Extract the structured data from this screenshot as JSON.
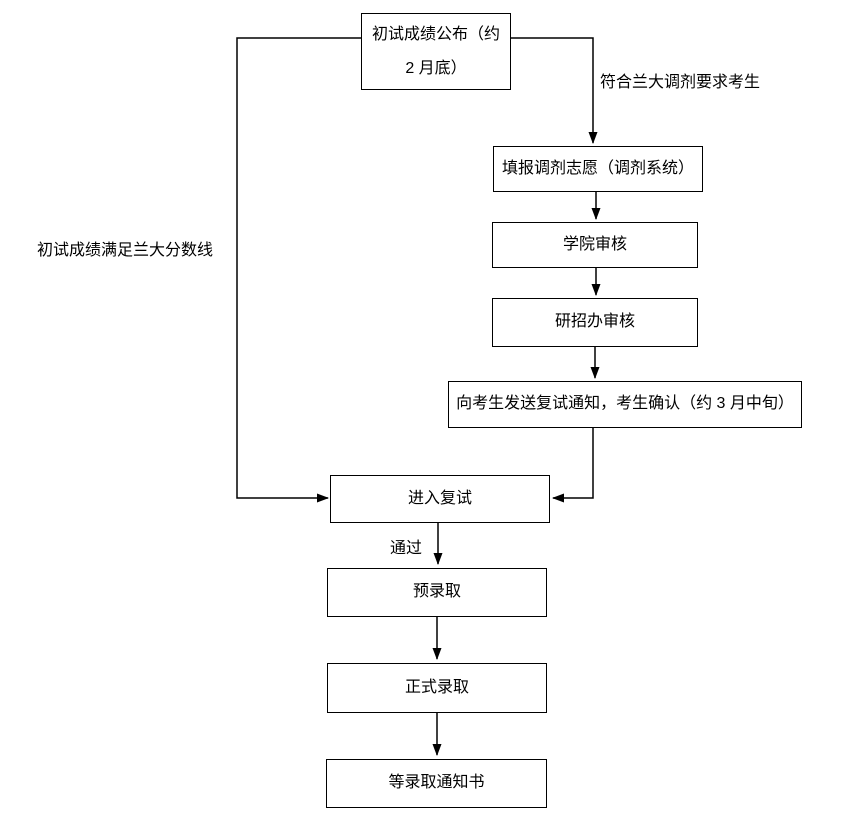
{
  "nodes": {
    "initial_results": {
      "line1": "初试成绩公布（约",
      "line2": "2 月底）"
    },
    "fill_transfer": {
      "label": "填报调剂志愿（调剂系统）"
    },
    "college_review": {
      "label": "学院审核"
    },
    "admissions_review": {
      "label": "研招办审核"
    },
    "send_notice": {
      "label": "向考生发送复试通知，考生确认（约 3 月中旬）"
    },
    "enter_retest": {
      "label": "进入复试"
    },
    "pre_admission": {
      "label": "预录取"
    },
    "formal_admission": {
      "label": "正式录取"
    },
    "wait_letter": {
      "label": "等录取通知书"
    }
  },
  "edge_labels": {
    "meets_transfer_req": "符合兰大调剂要求考生",
    "meets_score_line": "初试成绩满足兰大分数线",
    "pass": "通过"
  },
  "colors": {
    "line": "#000000",
    "background": "#ffffff",
    "text": "#000000"
  }
}
